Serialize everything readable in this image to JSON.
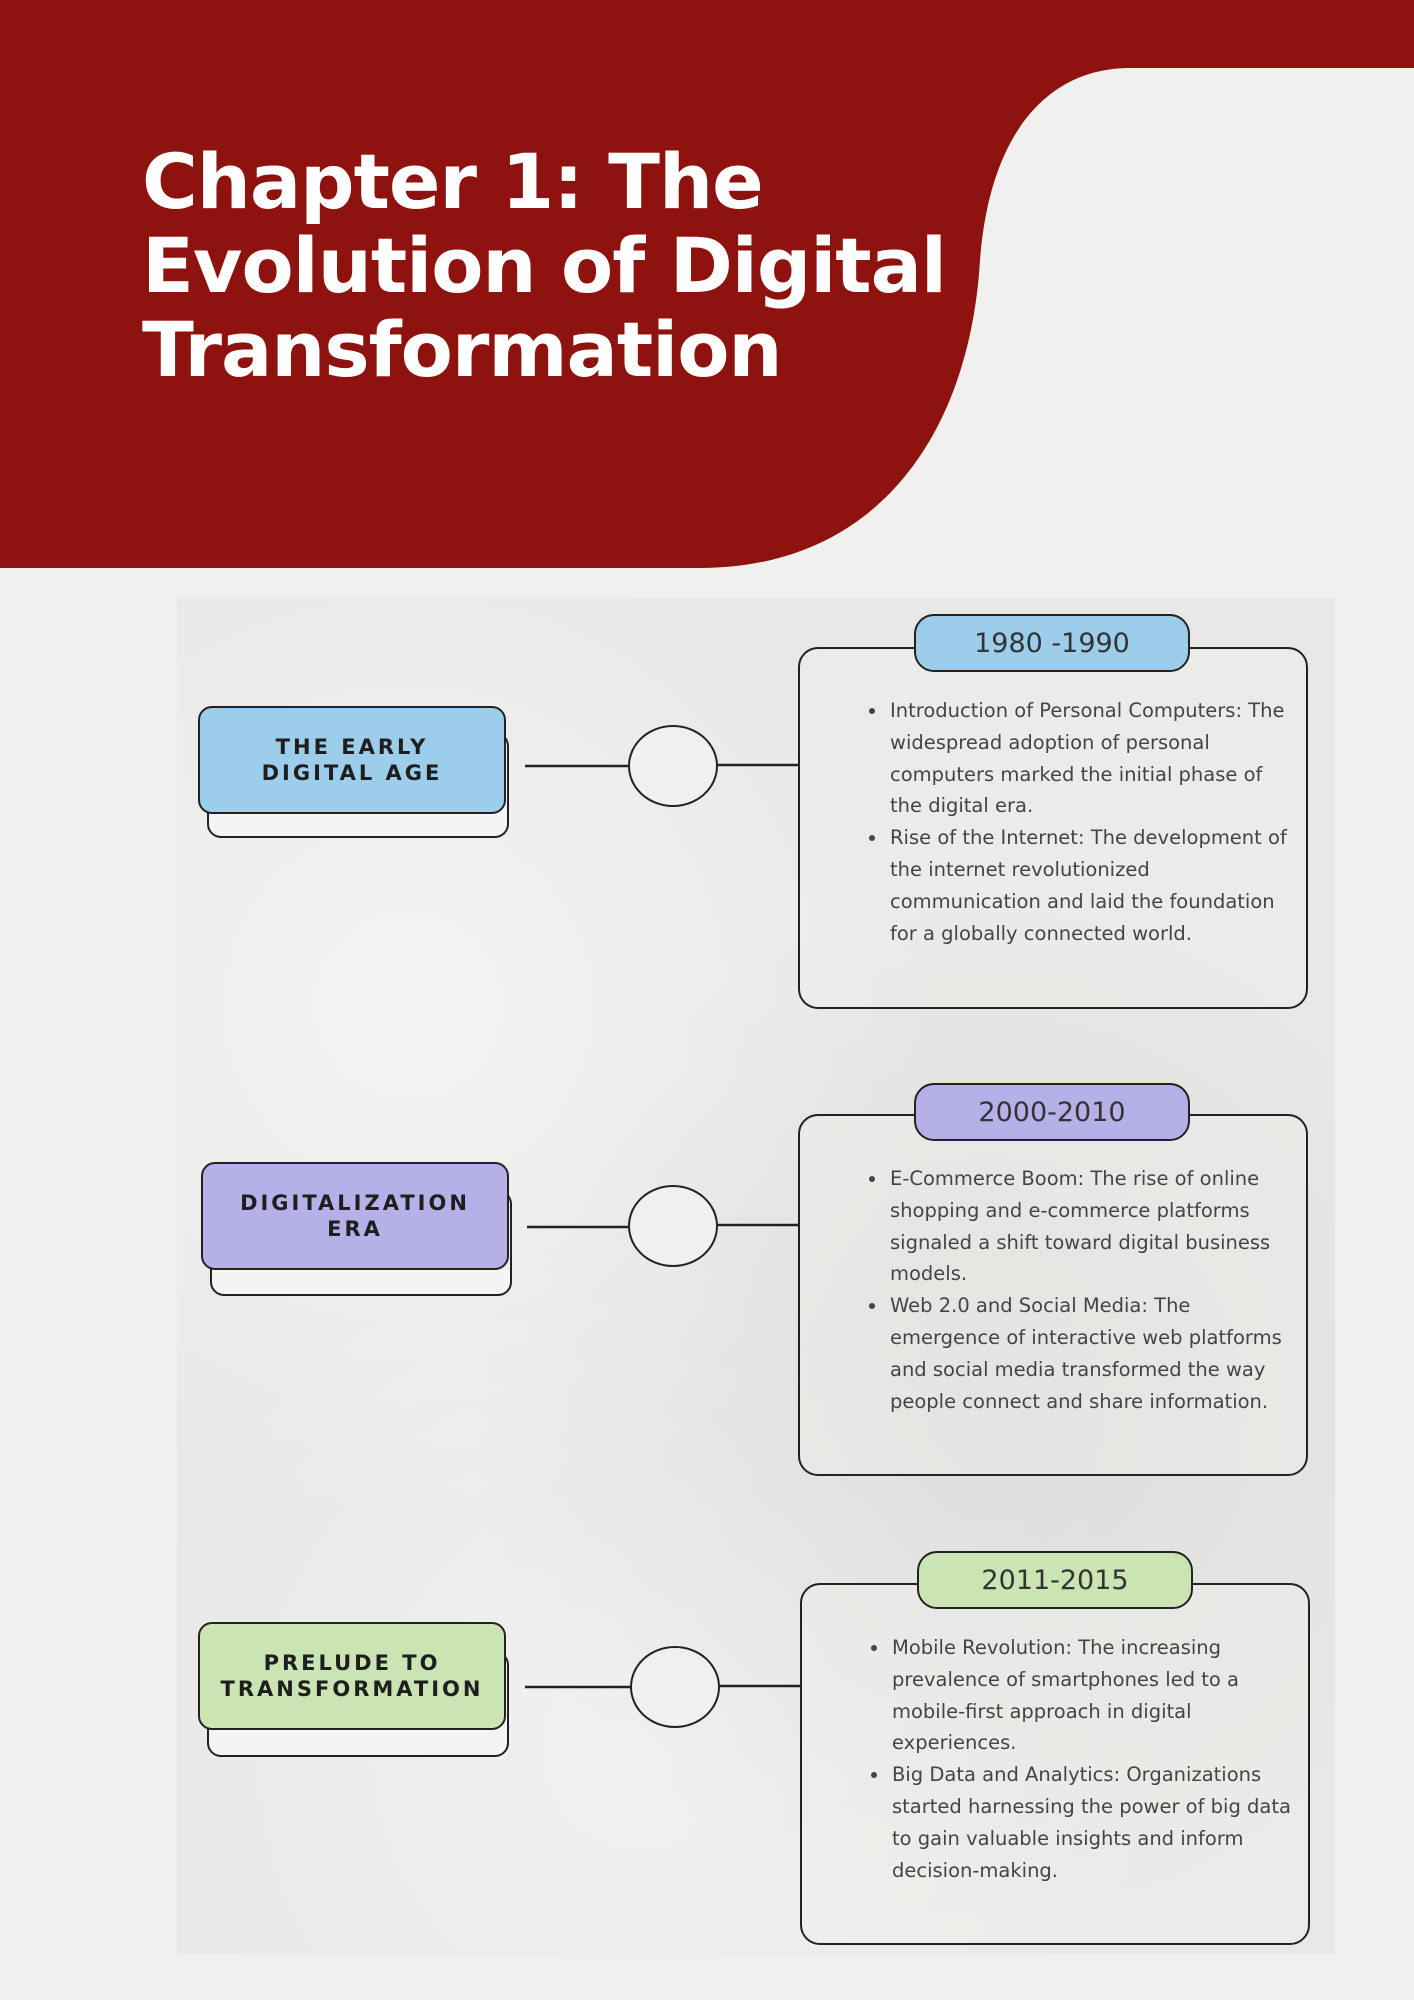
{
  "header": {
    "title": "Chapter 1: The Evolution of Digital Transformation",
    "background_color": "#8e120e"
  },
  "timeline": [
    {
      "era": "THE EARLY\nDIGITAL AGE",
      "color": "#9ccdea",
      "years": "1980 -1990",
      "bullets": [
        "Introduction of Personal Computers: The widespread adoption of personal computers marked the initial phase of the digital era.",
        "Rise of the Internet: The development of the internet revolutionized communication and laid the foundation for a globally connected world."
      ]
    },
    {
      "era": "DIGITALIZATION\nERA",
      "color": "#b5b0e8",
      "years": "2000-2010",
      "bullets": [
        "E-Commerce Boom: The rise of online shopping and e-commerce platforms signaled a shift toward digital business models.",
        "Web 2.0 and Social Media: The emergence of interactive web platforms and social media transformed the way people connect and share information."
      ]
    },
    {
      "era": "PRELUDE TO\nTRANSFORMATION",
      "color": "#cbe4b3",
      "years": "2011-2015",
      "bullets": [
        "Mobile Revolution: The increasing prevalence of smartphones led to a mobile-first approach in digital experiences.",
        "Big Data and Analytics: Organizations started harnessing the power of big data to gain valuable insights and inform decision-making."
      ]
    }
  ]
}
